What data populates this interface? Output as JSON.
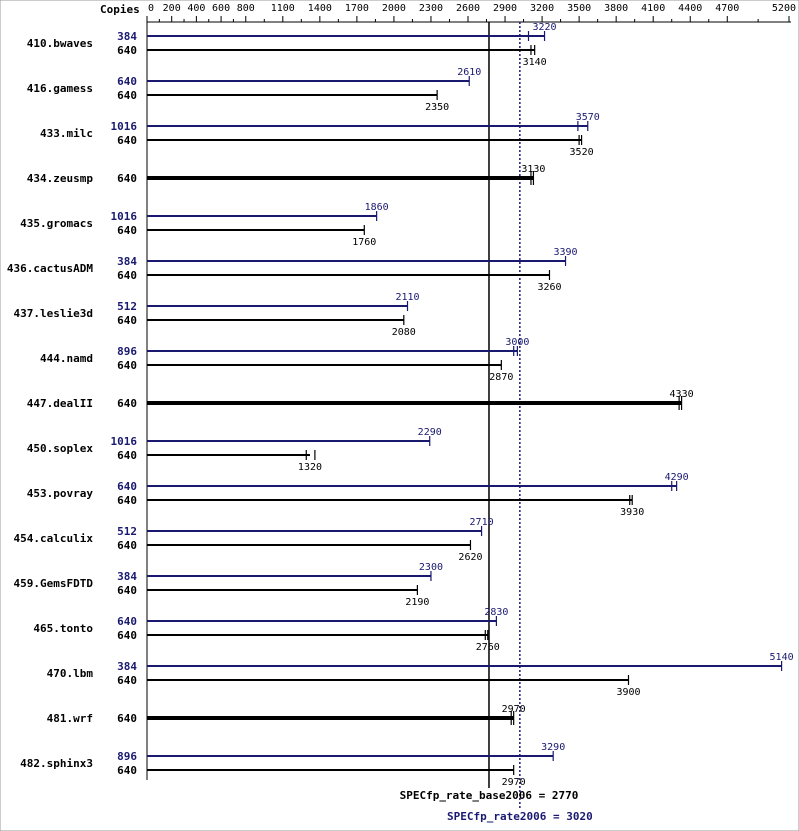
{
  "chart_data": {
    "type": "bar",
    "axis_label": "Copies",
    "x_ticks": [
      0,
      200,
      400,
      600,
      800,
      1100,
      1400,
      1700,
      2000,
      2300,
      2600,
      2900,
      3200,
      3500,
      3800,
      4100,
      4400,
      4700,
      5200
    ],
    "xlim": [
      0,
      5200
    ],
    "grid": false,
    "colors": {
      "base": "#000000",
      "peak": "#191970"
    },
    "benchmarks": [
      {
        "name": "410.bwaves",
        "peak": {
          "copies": "384",
          "value": 3220,
          "label": "3220",
          "runs": [
            3220,
            3090
          ]
        },
        "base": {
          "copies": "640",
          "value": 3140,
          "label": "3140",
          "runs": [
            3140,
            3110
          ]
        }
      },
      {
        "name": "416.gamess",
        "peak": {
          "copies": "640",
          "value": 2610,
          "label": "2610",
          "runs": [
            2610
          ]
        },
        "base": {
          "copies": "640",
          "value": 2350,
          "label": "2350",
          "runs": [
            2350
          ]
        }
      },
      {
        "name": "433.milc",
        "peak": {
          "copies": "1016",
          "value": 3570,
          "label": "3570",
          "runs": [
            3570,
            3490
          ]
        },
        "base": {
          "copies": "640",
          "value": 3520,
          "label": "3520",
          "runs": [
            3520,
            3500
          ]
        }
      },
      {
        "name": "434.zeusmp",
        "peak": null,
        "base": {
          "copies": "640",
          "value": 3130,
          "label": "3130",
          "runs": [
            3130,
            3110
          ]
        }
      },
      {
        "name": "435.gromacs",
        "peak": {
          "copies": "1016",
          "value": 1860,
          "label": "1860",
          "runs": [
            1860
          ]
        },
        "base": {
          "copies": "640",
          "value": 1760,
          "label": "1760",
          "runs": [
            1760
          ]
        }
      },
      {
        "name": "436.cactusADM",
        "peak": {
          "copies": "384",
          "value": 3390,
          "label": "3390",
          "runs": [
            3390
          ]
        },
        "base": {
          "copies": "640",
          "value": 3260,
          "label": "3260",
          "runs": [
            3260
          ]
        }
      },
      {
        "name": "437.leslie3d",
        "peak": {
          "copies": "512",
          "value": 2110,
          "label": "2110",
          "runs": [
            2110
          ]
        },
        "base": {
          "copies": "640",
          "value": 2080,
          "label": "2080",
          "runs": [
            2080
          ]
        }
      },
      {
        "name": "444.namd",
        "peak": {
          "copies": "896",
          "value": 3000,
          "label": "3000",
          "runs": [
            3000,
            2970
          ]
        },
        "base": {
          "copies": "640",
          "value": 2870,
          "label": "2870",
          "runs": [
            2870
          ]
        }
      },
      {
        "name": "447.dealII",
        "peak": null,
        "base": {
          "copies": "640",
          "value": 4330,
          "label": "4330",
          "runs": [
            4330,
            4310
          ]
        }
      },
      {
        "name": "450.soplex",
        "peak": {
          "copies": "1016",
          "value": 2290,
          "label": "2290",
          "runs": [
            2290
          ]
        },
        "base": {
          "copies": "640",
          "value": 1320,
          "label": "1320",
          "runs": [
            1360,
            1290
          ]
        }
      },
      {
        "name": "453.povray",
        "peak": {
          "copies": "640",
          "value": 4290,
          "label": "4290",
          "runs": [
            4290,
            4250
          ]
        },
        "base": {
          "copies": "640",
          "value": 3930,
          "label": "3930",
          "runs": [
            3930,
            3910
          ]
        }
      },
      {
        "name": "454.calculix",
        "peak": {
          "copies": "512",
          "value": 2710,
          "label": "2710",
          "runs": [
            2710
          ]
        },
        "base": {
          "copies": "640",
          "value": 2620,
          "label": "2620",
          "runs": [
            2620
          ]
        }
      },
      {
        "name": "459.GemsFDTD",
        "peak": {
          "copies": "384",
          "value": 2300,
          "label": "2300",
          "runs": [
            2300
          ]
        },
        "base": {
          "copies": "640",
          "value": 2190,
          "label": "2190",
          "runs": [
            2190
          ]
        }
      },
      {
        "name": "465.tonto",
        "peak": {
          "copies": "640",
          "value": 2830,
          "label": "2830",
          "runs": [
            2830
          ]
        },
        "base": {
          "copies": "640",
          "value": 2760,
          "label": "2760",
          "runs": [
            2760,
            2740
          ]
        }
      },
      {
        "name": "470.lbm",
        "peak": {
          "copies": "384",
          "value": 5140,
          "label": "5140",
          "runs": [
            5140
          ]
        },
        "base": {
          "copies": "640",
          "value": 3900,
          "label": "3900",
          "runs": [
            3900
          ]
        }
      },
      {
        "name": "481.wrf",
        "peak": null,
        "base": {
          "copies": "640",
          "value": 2970,
          "label": "2970",
          "runs": [
            2970,
            2950
          ]
        }
      },
      {
        "name": "482.sphinx3",
        "peak": {
          "copies": "896",
          "value": 3290,
          "label": "3290",
          "runs": [
            3290
          ]
        },
        "base": {
          "copies": "640",
          "value": 2970,
          "label": "2970",
          "runs": [
            2970
          ]
        }
      }
    ],
    "reference_lines": [
      {
        "label": "SPECfp_rate_base2006 = 2770",
        "value": 2770,
        "style": "solid",
        "color": "#000000"
      },
      {
        "label": "SPECfp_rate2006 = 3020",
        "value": 3020,
        "style": "dotted",
        "color": "#191970"
      }
    ]
  }
}
